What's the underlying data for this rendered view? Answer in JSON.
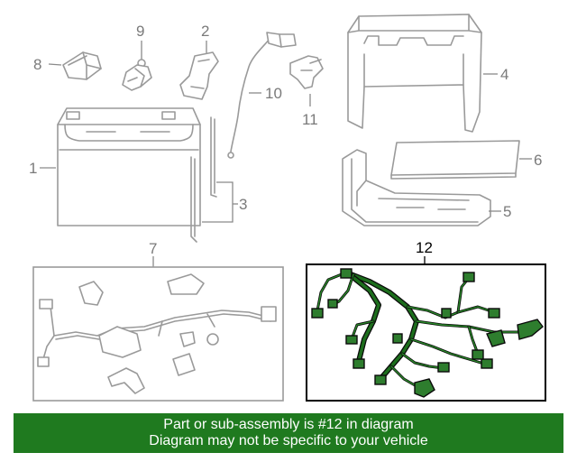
{
  "callouts": {
    "c1": "1",
    "c2": "2",
    "c3": "3",
    "c4": "4",
    "c5": "5",
    "c6": "6",
    "c7": "7",
    "c8": "8",
    "c9": "9",
    "c10": "10",
    "c11": "11",
    "c12": "12"
  },
  "banner": {
    "line1": "Part or sub-assembly is #12 in diagram",
    "line2": "Diagram may not be specific to your vehicle"
  },
  "colors": {
    "highlight_green": "#1f7a1f",
    "highlight_part": "#2e7d2e",
    "line_gray": "#9a9a9a"
  }
}
